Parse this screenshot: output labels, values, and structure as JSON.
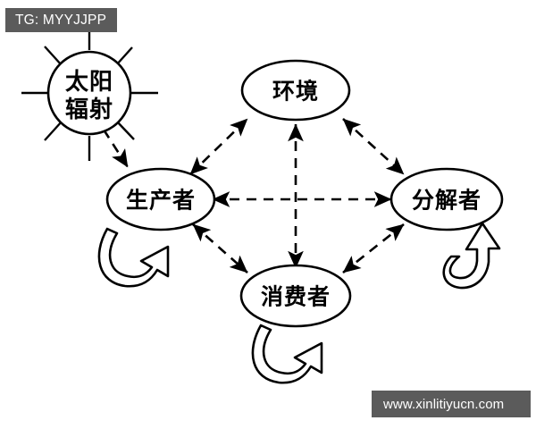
{
  "overlays": {
    "tag_badge": {
      "text": "TG: MYYJJPP",
      "background": "#5b5b5b",
      "color": "#ffffff"
    },
    "watermark": {
      "text": "www.xinlitiyucn.com",
      "background": "#5b5b5b",
      "color": "#ffffff"
    }
  },
  "diagram": {
    "type": "ecosystem-cycle-diagram",
    "background": "#ffffff",
    "stroke_color": "#000000",
    "nodes": [
      {
        "id": "sun",
        "shape": "circle-with-rays",
        "label_line1": "太阳",
        "label_line2": "辐射",
        "label": "太阳辐射"
      },
      {
        "id": "environment",
        "shape": "ellipse",
        "label": "环境"
      },
      {
        "id": "producer",
        "shape": "ellipse",
        "label": "生产者"
      },
      {
        "id": "decomposer",
        "shape": "ellipse",
        "label": "分解者"
      },
      {
        "id": "consumer",
        "shape": "ellipse",
        "label": "消费者"
      }
    ],
    "links": [
      {
        "id": "sun-producer",
        "from": "sun",
        "to": "producer",
        "style": "dashed",
        "arrows": "one-way"
      },
      {
        "id": "producer-environment",
        "from": "producer",
        "to": "environment",
        "style": "dashed",
        "arrows": "two-way"
      },
      {
        "id": "environment-decomposer",
        "from": "environment",
        "to": "decomposer",
        "style": "dashed",
        "arrows": "two-way"
      },
      {
        "id": "producer-decomposer",
        "from": "producer",
        "to": "decomposer",
        "style": "dashed",
        "arrows": "two-way"
      },
      {
        "id": "environment-consumer",
        "from": "environment",
        "to": "consumer",
        "style": "dashed",
        "arrows": "two-way"
      },
      {
        "id": "producer-consumer",
        "from": "producer",
        "to": "consumer",
        "style": "dashed",
        "arrows": "two-way"
      },
      {
        "id": "consumer-decomposer",
        "from": "consumer",
        "to": "decomposer",
        "style": "dashed",
        "arrows": "two-way"
      }
    ],
    "self_loops": [
      {
        "id": "producer-loop",
        "on": "producer",
        "style": "hollow-curved-arrow"
      },
      {
        "id": "decomposer-loop",
        "on": "decomposer",
        "style": "hollow-curved-arrow"
      },
      {
        "id": "consumer-loop",
        "on": "consumer",
        "style": "hollow-curved-arrow"
      }
    ]
  }
}
